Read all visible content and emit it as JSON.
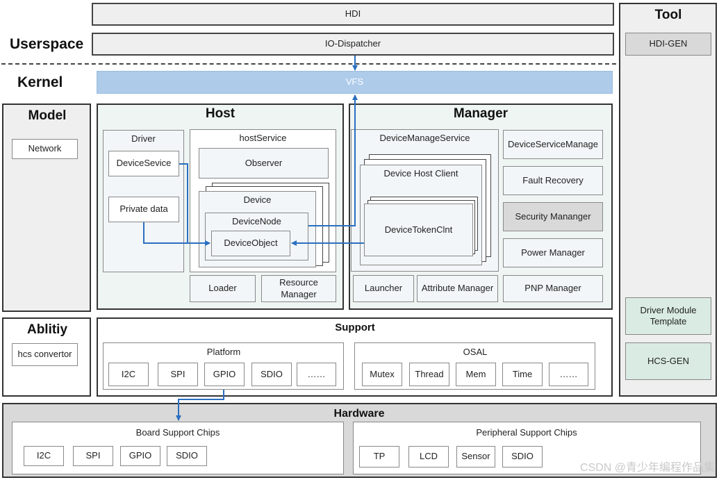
{
  "layers": {
    "userspace": "Userspace",
    "kernel": "Kernel",
    "model": "Model",
    "ability": "Ablitiy",
    "tool": "Tool",
    "hardware": "Hardware"
  },
  "userspace": {
    "hdi": "HDI",
    "io_dispatcher": "IO-Dispatcher"
  },
  "kernel": {
    "vfs": "VFS"
  },
  "model": {
    "network": "Network"
  },
  "ability": {
    "hcs_convertor": "hcs convertor"
  },
  "host": {
    "title": "Host",
    "driver": {
      "title": "Driver",
      "device_service": "DeviceSevice",
      "private_data": "Private data"
    },
    "host_service": {
      "title": "hostService",
      "observer": "Observer",
      "device": "Device",
      "device_node": "DeviceNode",
      "device_object": "DeviceObject"
    },
    "loader": "Loader",
    "resource_manager": "Resource Manager"
  },
  "manager": {
    "title": "Manager",
    "device_manage_service": "DeviceManageService",
    "device_host_client": "Device Host Client",
    "device_token_clnt": "DeviceTokenClnt",
    "launcher": "Launcher",
    "attribute_manager": "Attribute Manager",
    "right_column": [
      "DeviceServiceManage",
      "Fault Recovery",
      "Security Mananger",
      "Power Manager",
      "PNP Manager"
    ]
  },
  "support": {
    "title": "Support",
    "platform": {
      "title": "Platform",
      "items": [
        "I2C",
        "SPI",
        "GPIO",
        "SDIO",
        "……"
      ]
    },
    "osal": {
      "title": "OSAL",
      "items": [
        "Mutex",
        "Thread",
        "Mem",
        "Time",
        "……"
      ]
    }
  },
  "tool": {
    "hdi_gen": "HDI-GEN",
    "driver_module_template": "Driver Module Template",
    "hcs_gen": "HCS-GEN"
  },
  "hardware": {
    "board": {
      "title": "Board Support Chips",
      "items": [
        "I2C",
        "SPI",
        "GPIO",
        "SDIO"
      ]
    },
    "peripheral": {
      "title": "Peripheral Support Chips",
      "items": [
        "TP",
        "LCD",
        "Sensor",
        "SDIO"
      ]
    }
  },
  "watermark": "CSDN @青少年编程作品集",
  "colors": {
    "vfs_fill": "#aecbea",
    "host_manager_fill": "#eef5f2",
    "tool_module_fill": "#d9ebe3",
    "arrow": "#2a6fc0"
  }
}
